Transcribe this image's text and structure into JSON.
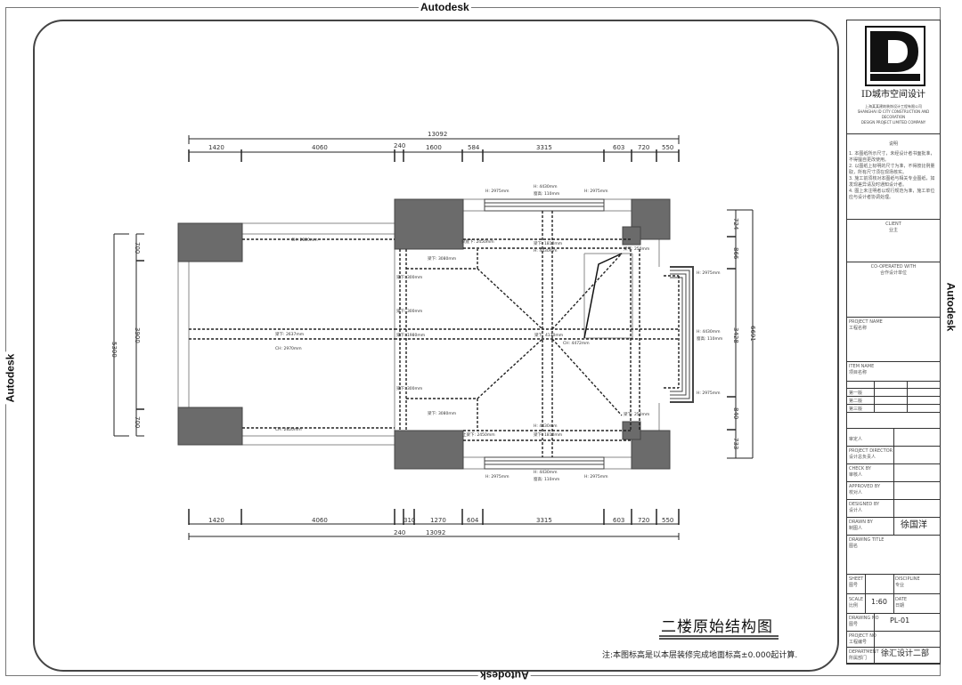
{
  "watermark": {
    "top": "Autodesk",
    "bottom": "Autodesk",
    "left": "Autodesk",
    "right": "Autodesk"
  },
  "drawing": {
    "title": "二楼原始结构图",
    "note": "注:本图标高是以本层装修完成地面标高±0.000起计算."
  },
  "dimensions": {
    "top_total": "13092",
    "top_segments": [
      "1420",
      "4060",
      "240",
      "1600",
      "584",
      "3315",
      "603",
      "720",
      "550"
    ],
    "bottom_total": "13092",
    "bottom_segments": [
      "1420",
      "4060",
      "240",
      "310",
      "1270",
      "604",
      "3315",
      "603",
      "720",
      "550"
    ],
    "left_total": "5300",
    "left_segments": [
      "700",
      "3900",
      "700"
    ],
    "right_total": "6691",
    "right_segments": [
      "724",
      "866",
      "3428",
      "840",
      "733"
    ]
  },
  "annotations": {
    "window_top_h1": "H: 2975mm",
    "window_top_h2": "H: 4430mm",
    "window_top_sill": "窗高: 110mm",
    "window_top_h3": "H: 2975mm",
    "beam_top": "梁底下: 2450mm",
    "beam_top_center": "梁下: 1810mm",
    "h_top_center": "H: 4430mm",
    "beam_left_upper": "梁下: 3080mm",
    "beam_left_small1": "梁下: 300mm",
    "beam_left_small2": "梁下: 300mm",
    "beam_left_small3": "梁下: 1980mm",
    "beam_left_small4": "梁下: 300mm",
    "beam_center": "梁下: 4130mm",
    "ch_center": "CH: 4472mm",
    "beam_lower_left": "梁下: 3080mm",
    "beam_bottom": "上梁下: 2450mm",
    "beam_bottom_center": "梁下: 1810mm",
    "h_bottom_center": "H: 4430mm",
    "window_bottom_h1": "H: 2975mm",
    "window_bottom_h2": "H: 4430mm",
    "window_bottom_sill": "窗高: 110mm",
    "window_bottom_h3": "H: 2975mm",
    "left_room_ch_top": "CH: 2820mm",
    "left_room_beam": "梁下: 2637mm",
    "left_room_ch_mid": "CH: 2970mm",
    "left_room_ch_bottom": "CH: 2820mm",
    "right_beam_top": "梁下: 250mm",
    "right_beam_bottom": "梁下: 250mm",
    "bay_h_top": "H: 2975mm",
    "bay_h_mid": "H: 4430mm",
    "bay_sill": "窗高: 110mm",
    "bay_h_bottom": "H: 2975mm"
  },
  "title_block": {
    "company_cn": "ID城市空间设计",
    "company_sub_cn": "上海某某建筑装饰设计工程有限公司",
    "company_sub_en1": "SHANGHAI ID CITY CONSTRUCTION AND DECORATION",
    "company_sub_en2": "DESIGN PROJECT LIMITED COMPANY",
    "notes_title": "说明",
    "notes": [
      "1. 本图纸所示尺寸，未经设计者书面批准，不得擅自更改使用。",
      "2. 以图纸上标明的尺寸为准，不得按比例量取，所有尺寸须在现场核实。",
      "3. 施工前须核对本图纸与相关专业图纸，如发现差异请及时通知设计者。",
      "4. 图上未注明者以现行规范为准，施工单位应与设计者协调处理。"
    ],
    "client_label": "CLIENT",
    "client_value": "业主",
    "cooperate_label": "CO-OPERATED WITH",
    "cooperate_value": "合作设计单位",
    "project_label": "PROJECT NAME",
    "project_value": "工程名称",
    "item_label": "ITEM NAME",
    "item_value": "项目名称",
    "revisions": [
      "第一版",
      "第二版",
      "第三版"
    ],
    "approve_label": "审定人",
    "director_label": "PROJECT DIRECTOR",
    "director_value": "设计总负责人",
    "check_label": "CHECK BY",
    "check_value": "审核人",
    "approved_label": "APPROVED BY",
    "approved_value": "校对人",
    "designed_label": "DESIGNED BY",
    "designed_value": "设计人",
    "drawn_label": "DRAWN BY",
    "drawn_value": "制图人",
    "drawn_name": "徐国洋",
    "drawing_title_label": "DRAWING TITLE",
    "drawing_title_value": "图名",
    "sheet_label": "SHEET",
    "sheet_value": "图号",
    "discipline_label": "DISCIPLINE",
    "discipline_value": "专业",
    "scale_label": "SCALE",
    "scale_value_cn": "比例",
    "scale": "1:60",
    "date_label": "DATE",
    "date_value_cn": "日期",
    "drawing_no_label": "DRAWING NO",
    "drawing_no_value_cn": "图号",
    "drawing_no": "PL-01",
    "project_no_label": "PROJECT NO",
    "project_no_value_cn": "工程编号",
    "department_label": "DEPARTMENT",
    "department_value_cn": "所属部门",
    "department": "徐汇设计二部"
  },
  "colors": {
    "column_fill": "#6b6b6b",
    "line": "#222222",
    "frame": "#444444"
  }
}
